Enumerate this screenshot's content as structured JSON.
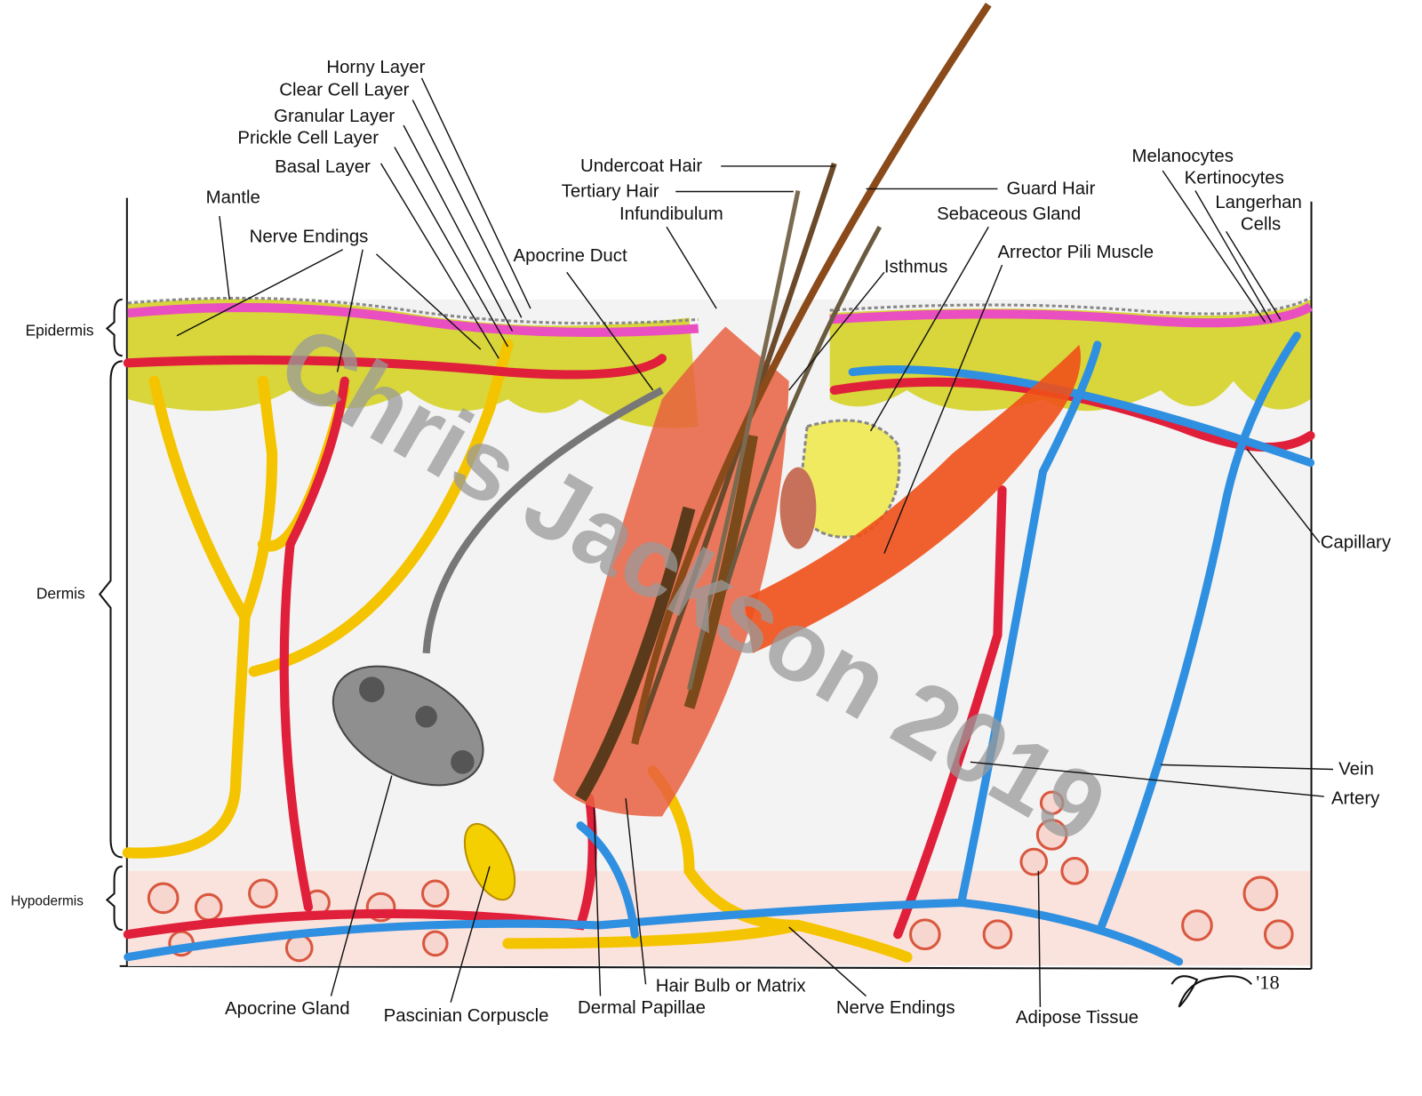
{
  "labels": {
    "horny_layer": "Horny Layer",
    "clear_cell_layer": "Clear Cell Layer",
    "granular_layer": "Granular Layer",
    "prickle_cell_layer": "Prickle Cell Layer",
    "basal_layer": "Basal Layer",
    "mantle": "Mantle",
    "nerve_endings_top": "Nerve Endings",
    "apocrine_duct": "Apocrine Duct",
    "undercoat_hair": "Undercoat Hair",
    "tertiary_hair": "Tertiary Hair",
    "infundibulum": "Infundibulum",
    "guard_hair": "Guard Hair",
    "sebaceous_gland": "Sebaceous Gland",
    "isthmus": "Isthmus",
    "arrector_pili_muscle": "Arrector Pili Muscle",
    "melanocytes": "Melanocytes",
    "kertinocytes": "Kertinocytes",
    "langerhan": "Langerhan",
    "cells": "Cells",
    "capillary": "Capillary",
    "vein": "Vein",
    "artery": "Artery",
    "epidermis": "Epidermis",
    "dermis": "Dermis",
    "hypodermis": "Hypodermis",
    "apocrine_gland": "Apocrine Gland",
    "pascinian_corpuscle": "Pascinian Corpuscle",
    "dermal_papillae": "Dermal Papillae",
    "hair_bulb": "Hair Bulb or Matrix",
    "nerve_endings_bottom": "Nerve Endings",
    "adipose_tissue": "Adipose Tissue"
  },
  "watermark": "Chris Jackson 2019",
  "signature_year": "'18",
  "colors": {
    "artery": "#e0203a",
    "vein": "#2f8fe0",
    "nerve": "#f5c400",
    "epidermis_pink": "#e94fc0",
    "basal_yellow": "#d8d63a",
    "muscle": "#f0501a",
    "hair_brown": "#8a4a1a",
    "fat": "#e8806a"
  }
}
